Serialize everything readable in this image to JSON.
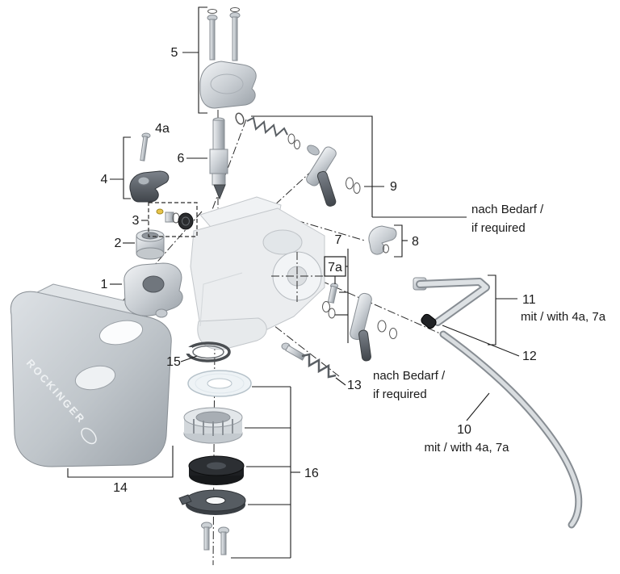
{
  "diagram": {
    "brand_text": "ROCKINGER",
    "labels": {
      "n1": "1",
      "n2": "2",
      "n3": "3",
      "n4": "4",
      "n4a": "4a",
      "n5": "5",
      "n6": "6",
      "n7": "7",
      "n7a": "7a",
      "n8": "8",
      "n9": "9",
      "n10": "10",
      "n11": "11",
      "n12": "12",
      "n13": "13",
      "n14": "14",
      "n15": "15",
      "n16": "16"
    },
    "annotations": {
      "req_9_l1": "nach Bedarf /",
      "req_9_l2": "if required",
      "req_13_l1": "nach Bedarf /",
      "req_13_l2": "if required",
      "with_11": "mit / with 4a, 7a",
      "with_10": "mit / with 4a, 7a"
    },
    "colors": {
      "background": "#ffffff",
      "line": "#1a1a1a",
      "metal_light": "#d2d6da",
      "metal_dark": "#4a4f55",
      "brass": "#e8c44a"
    }
  }
}
